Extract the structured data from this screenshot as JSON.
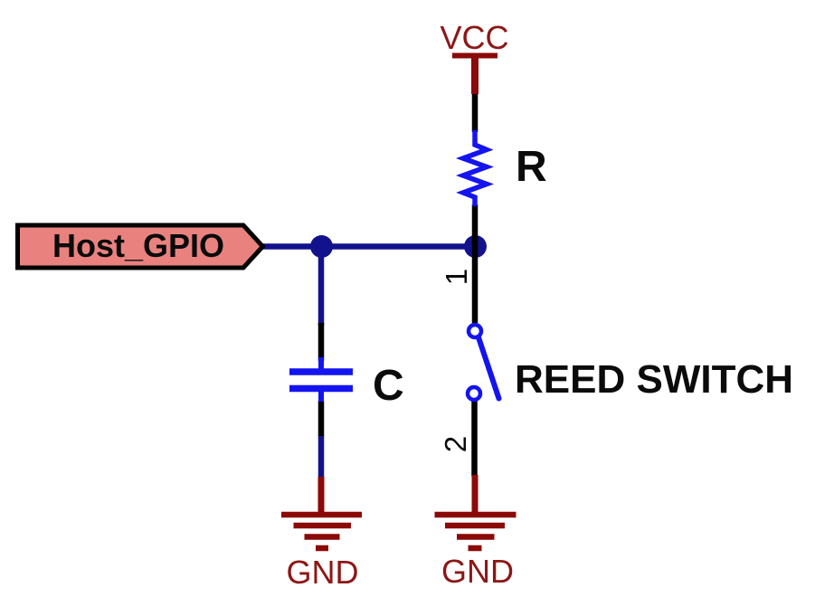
{
  "schematic": {
    "description": "pull-up reed switch circuit",
    "net_flag": {
      "label": "Host_GPIO"
    },
    "power": {
      "vcc_label": "VCC",
      "gnd_left_label": "GND",
      "gnd_right_label": "GND"
    },
    "components": {
      "resistor": {
        "label": "R"
      },
      "capacitor": {
        "label": "C"
      },
      "reed_switch": {
        "label": "REED SWITCH",
        "pin_top": "1",
        "pin_bottom": "2"
      }
    }
  },
  "colors": {
    "wire": "#12128C",
    "component": "#1414F0",
    "power": "#8B0909",
    "power_text": "#8D1616",
    "flag_fill": "#E9827F",
    "black": "#000000"
  }
}
